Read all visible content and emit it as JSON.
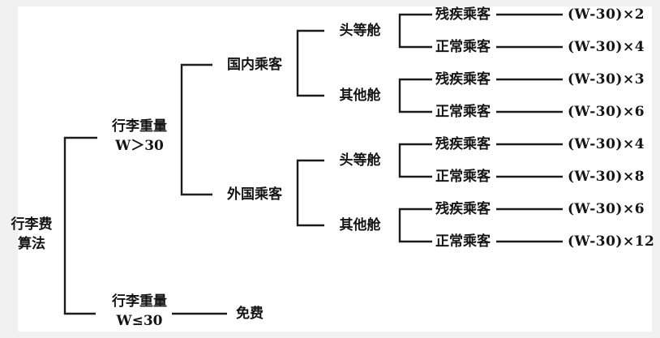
{
  "tree": {
    "root": {
      "line1": "行李费",
      "line2": "算法"
    },
    "weight_over": {
      "line1": "行李重量",
      "line2": "W＞30"
    },
    "weight_under": {
      "line1": "行李重量",
      "line2": "W≤30"
    },
    "free_label": "免费",
    "domestic_label": "国内乘客",
    "foreign_label": "外国乘客",
    "domestic_first_class": "头等舱",
    "domestic_other_class": "其他舱",
    "foreign_first_class": "头等舱",
    "foreign_other_class": "其他舱",
    "leaves": [
      {
        "passenger": "残疾乘客",
        "formula": "(W-30)×2"
      },
      {
        "passenger": "正常乘客",
        "formula": "(W-30)×4"
      },
      {
        "passenger": "残疾乘客",
        "formula": "(W-30)×3"
      },
      {
        "passenger": "正常乘客",
        "formula": "(W-30)×6"
      },
      {
        "passenger": "残疾乘客",
        "formula": "(W-30)×4"
      },
      {
        "passenger": "正常乘客",
        "formula": "(W-30)×8"
      },
      {
        "passenger": "残疾乘客",
        "formula": "(W-30)×6"
      },
      {
        "passenger": "正常乘客",
        "formula": "(W-30)×12"
      }
    ]
  },
  "colors": {
    "line": "#1c1c1c",
    "text": "#141414",
    "background": "#f1f1f1",
    "canvas": "#ffffff"
  }
}
